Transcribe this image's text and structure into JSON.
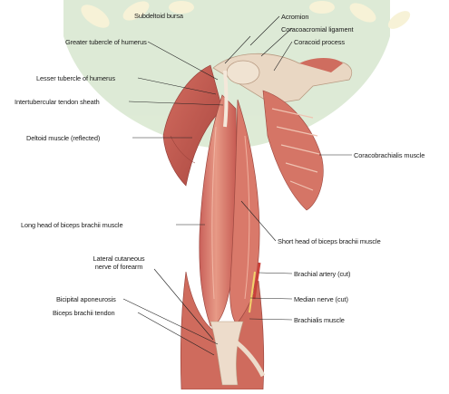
{
  "labels": {
    "acromion": "Acromion",
    "subdeltoid_bursa": "Subdeltoid bursa",
    "coracoacromial_ligament": "Coracoacromial ligament",
    "greater_tubercle": "Greater tubercle of humerus",
    "coracoid_process": "Coracoid process",
    "lesser_tubercle": "Lesser tubercle of humerus",
    "intertubercular_sheath": "Intertubercular tendon sheath",
    "deltoid_reflected": "Deltoid muscle (reflected)",
    "coracobrachialis": "Coracobrachialis muscle",
    "long_head_biceps": "Long head of biceps brachii muscle",
    "short_head_biceps": "Short head of biceps brachii muscle",
    "lateral_cutaneous_line1": "Lateral cutaneous",
    "lateral_cutaneous_line2": "nerve of forearm",
    "brachial_artery": "Brachial artery (cut)",
    "median_nerve": "Median nerve (cut)",
    "bicipital_aponeurosis": "Bicipital aponeurosis",
    "biceps_tendon": "Biceps brachii tendon",
    "brachialis": "Brachialis muscle"
  },
  "colors": {
    "muscle": "#d9796a",
    "muscle_dark": "#b9524a",
    "tendon": "#ecd9c4",
    "watermark_green": "#a9c79b",
    "watermark_gold": "#e9dc9a",
    "leader": "#222222"
  }
}
